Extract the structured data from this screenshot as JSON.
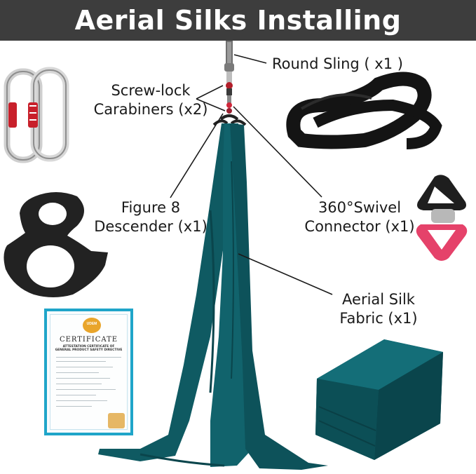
{
  "title": "Aerial Silks Installing",
  "labels": {
    "round_sling": "Round Sling ( x1 )",
    "carabiners": [
      "Screw-lock",
      "Carabiners (x2)"
    ],
    "figure8": [
      "Figure 8",
      "Descender (x1)"
    ],
    "swivel": [
      "360°Swivel",
      "Connector (x1)"
    ],
    "fabric": [
      "Aerial Silk",
      "Fabric (x1)"
    ]
  },
  "certificate": {
    "heading": "CERTIFICATE",
    "subheading": [
      "ATTESTATION CERTIFICATE OF",
      "GENERAL PRODUCT SAFETY DIRECTIVE"
    ],
    "badge": "UDEM"
  },
  "colors": {
    "banner": "#3d3d3d",
    "fabric": "#0f5a62",
    "fabric_dark": "#0a454c",
    "swivel_top": "#1e1e1e",
    "swivel_bottom": "#e5426a",
    "carabiner_lock": "#c8202b",
    "sling": "#141414"
  },
  "icons": [
    "carabiner-icon",
    "round-sling-icon",
    "figure-8-descender-icon",
    "swivel-connector-icon",
    "folded-fabric-icon",
    "certificate-icon"
  ]
}
